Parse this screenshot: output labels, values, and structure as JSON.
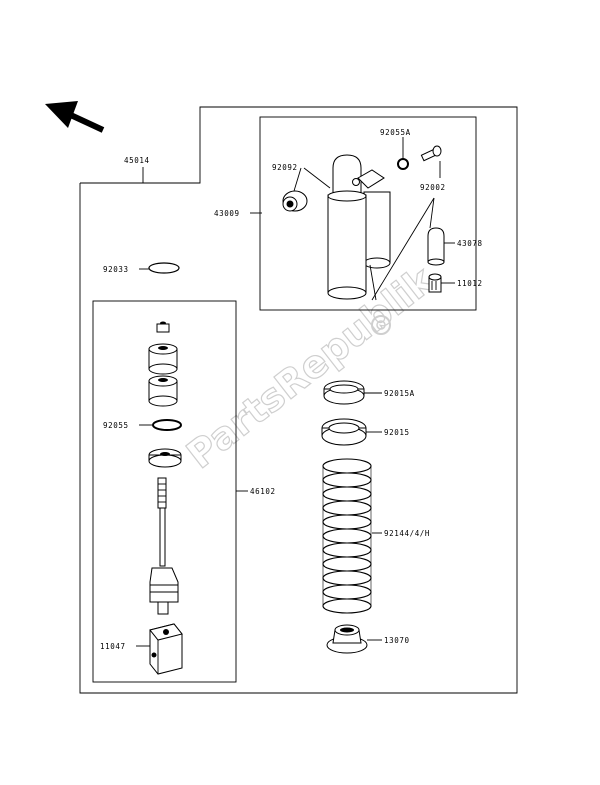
{
  "watermark": "PartsRepublik",
  "parts": {
    "p45014": "45014",
    "p43009": "43009",
    "p92092": "92092",
    "p92055a": "92055A",
    "p92002": "92002",
    "p43078": "43078",
    "p11012": "11012",
    "p92033": "92033",
    "p92055": "92055",
    "p46102": "46102",
    "p11047": "11047",
    "p92015a": "92015A",
    "p92015": "92015",
    "p92144": "92144/4/H",
    "p13070": "13070"
  }
}
